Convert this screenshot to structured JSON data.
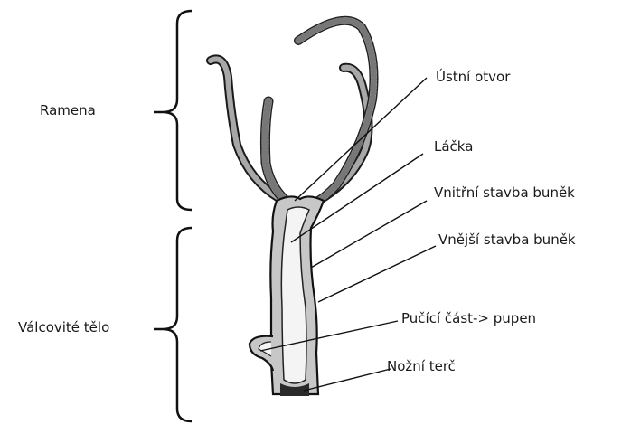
{
  "labels": {
    "ramena": "Ramena",
    "valcovite_telo": "Válcovité tělo",
    "ustni_otvor": "Ústní otvor",
    "lacka": "Láčka",
    "vnitrni": "Vnitřní stavba buněk",
    "vnejsi": "Vnější stavba buněk",
    "pucici": "Pučící část-> pupen",
    "nozni": "Nožní terč"
  }
}
